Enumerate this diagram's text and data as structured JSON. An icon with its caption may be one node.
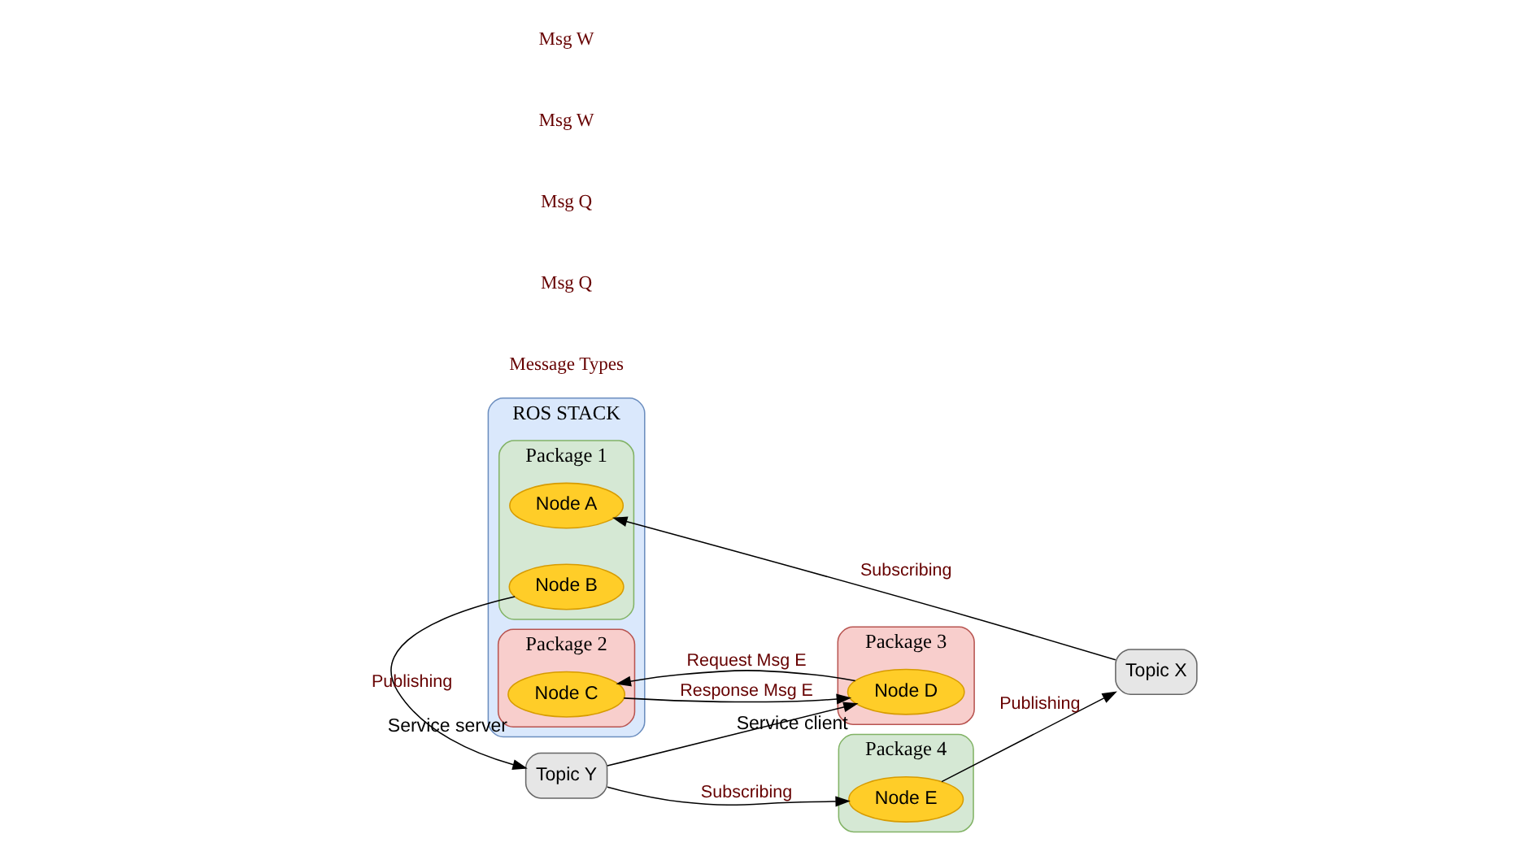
{
  "diagram": {
    "nodes": [
      {
        "text": [
          "ROS STACK"
        ]
      },
      {
        "text": [
          "Package 1"
        ],
        "in": 0
      },
      {
        "text": [
          "Node A"
        ],
        "in": 1
      },
      {
        "text": [
          "Node B"
        ],
        "in": 1
      },
      {
        "text": [
          "Package 2"
        ],
        "in": 0
      },
      {
        "text": [
          "Node C"
        ],
        "in": 4,
        "beside": [
          "Service server"
        ]
      },
      {
        "text": [
          "Topic X"
        ]
      },
      {
        "text": [
          "Topic Y"
        ]
      },
      {
        "text": [
          "Package 4"
        ]
      },
      {
        "text": [
          "Node E"
        ],
        "in": 8
      },
      {
        "text": [
          "Package 3"
        ]
      },
      {
        "text": [
          "Node D"
        ],
        "in": 10,
        "beside": [
          "Service client"
        ]
      }
    ],
    "edges": [
      {
        "from": 6,
        "to": 2,
        "arrow": "to",
        "label": "Subscribing"
      },
      {
        "from": 9,
        "to": 6,
        "arrow": "to",
        "label": "Publishing"
      },
      {
        "from": 3,
        "to": 7,
        "arrow": "to",
        "label": "Publishing"
      },
      {
        "from": 7,
        "to": 9,
        "arrow": "to",
        "label": "Subscribing"
      },
      {
        "from": 7,
        "to": 11,
        "arrow": "to"
      },
      {
        "from": 11,
        "to": 5,
        "arrow": "to",
        "label": "Request Msg E"
      },
      {
        "from": 5,
        "to": 11,
        "arrow": "to",
        "label": "Response Msg E"
      }
    ],
    "labels": [
      "Message Types",
      "Msg Q",
      "Msg Q",
      "Msg W",
      "Msg W"
    ]
  }
}
